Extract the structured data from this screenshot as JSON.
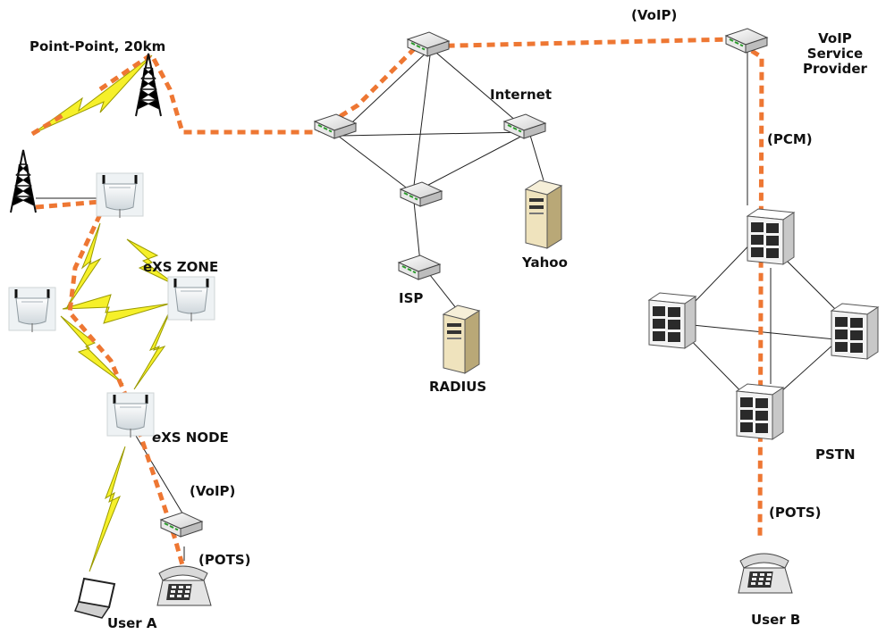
{
  "labels": {
    "point_point": "Point-Point, 20km",
    "voip_top": "(VoIP)",
    "voip_provider": "VoIP\nService\nProvider",
    "internet": "Internet",
    "pcm": "(PCM)",
    "exs_zone": "eXS ZONE",
    "exs_node_e": "e",
    "exs_node": "XS NODE",
    "isp": "ISP",
    "yahoo": "Yahoo",
    "radius": "RADIUS",
    "pstn": "PSTN",
    "voip_user": "(VoIP)",
    "pots_left": "(POTS)",
    "pots_right": "(POTS)",
    "user_a": "User A",
    "user_b": "User B"
  },
  "colors": {
    "dashed_path": "#ee7733",
    "wireless_bolt": "#f6f02a",
    "switch_body": "#ffffff",
    "server_beige": "#efe3bd"
  },
  "icons": [
    "tower-icon",
    "wifi-node-icon",
    "router-icon",
    "server-icon",
    "switch-icon",
    "laptop-icon",
    "phone-icon",
    "lightning-icon"
  ]
}
